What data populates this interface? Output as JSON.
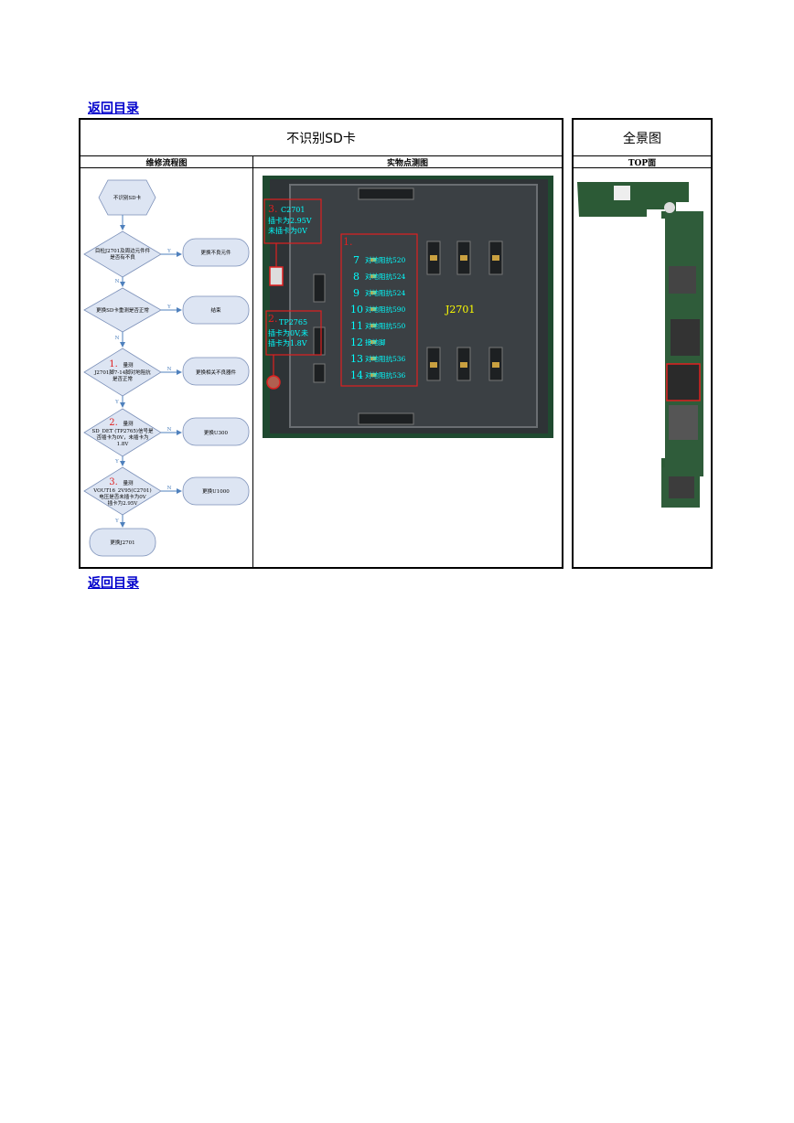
{
  "nav": {
    "back_top": "返回目录",
    "back_bottom": "返回目录"
  },
  "main_table": {
    "title": "不识别SD卡",
    "col_flow": "维修流程图",
    "col_photo": "实物点测图"
  },
  "side_table": {
    "title": "全景图",
    "col": "TOP面"
  },
  "flow": {
    "start": "不识别SD卡",
    "d1": [
      "目检J2701及周边元件件",
      "是否有不良"
    ],
    "a1": "更换不良元件",
    "d2": "更换SD卡重测是否正常",
    "a2": "结束",
    "d3": [
      "量测",
      "J2701脚7-14脚对地阻抗",
      "是否正常"
    ],
    "d3_num": "1.",
    "a3": "更换相关不良器件",
    "d4": [
      "量测",
      "SD_DET (TP2765)信号是",
      "否插卡为0V，未插卡为",
      "1.8V"
    ],
    "d4_num": "2.",
    "a4": "更换U300",
    "d5": [
      "量测",
      "VOUT16_2V95(C2701)",
      "电压是否未插卡为0V",
      "插卡为2.95V"
    ],
    "d5_num": "3.",
    "a5": "更换U1000",
    "end": "更换J2701",
    "yes": "Y",
    "no": "N"
  },
  "photo": {
    "box3_num": "3.",
    "box3": [
      "C2701",
      "插卡为2.95V",
      "未插卡为0V"
    ],
    "box2_num": "2.",
    "box2": [
      "TP2765",
      "插卡为0V,未",
      "插卡为1.8V"
    ],
    "box1_num": "1.",
    "pins": [
      {
        "num": "7",
        "text": "对地阻抗520"
      },
      {
        "num": "8",
        "text": "对地阻抗524"
      },
      {
        "num": "9",
        "text": "对地阻抗524"
      },
      {
        "num": "10",
        "text": "对地阻抗590"
      },
      {
        "num": "11",
        "text": "对地阻抗550"
      },
      {
        "num": "12",
        "text": "接地脚"
      },
      {
        "num": "13",
        "text": "对地阻抗536"
      },
      {
        "num": "14",
        "text": "对地阻抗536"
      }
    ],
    "connector": "J2701"
  },
  "colors": {
    "accent_red": "#e02020",
    "label_cyan": "#00ffff",
    "label_yellow": "#ffff00",
    "flow_fill": "#dde5f3",
    "flow_stroke": "#7a8fb8",
    "arrow": "#4f81bd"
  }
}
